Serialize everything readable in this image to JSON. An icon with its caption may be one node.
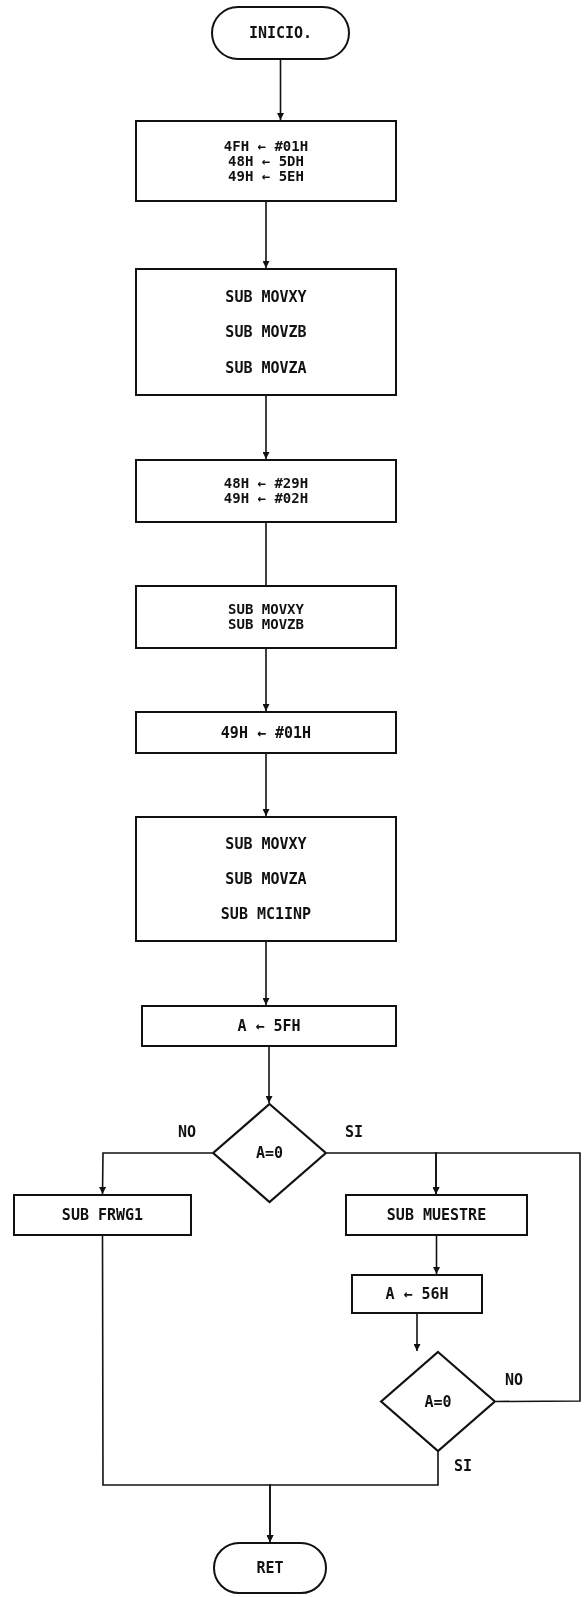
{
  "diagram": {
    "nodes": [
      {
        "text": [
          "INICIO."
        ]
      },
      {
        "text": [
          "4FH ← #01H",
          "48H ← 5DH",
          "49H ← 5EH"
        ]
      },
      {
        "text": [
          "SUB MOVXY",
          "SUB MOVZB",
          "SUB MOVZA"
        ]
      },
      {
        "text": [
          "48H ← #29H",
          "49H ← #02H"
        ]
      },
      {
        "text": [
          "SUB MOVXY",
          "SUB MOVZB"
        ]
      },
      {
        "text": [
          "49H ← #01H"
        ]
      },
      {
        "text": [
          "SUB MOVXY",
          "SUB MOVZA",
          "SUB MC1INP"
        ]
      },
      {
        "text": [
          "A ← 5FH"
        ]
      },
      {
        "text": [
          "A=0"
        ]
      },
      {
        "text": [
          "SUB FRWG1"
        ]
      },
      {
        "text": [
          "SUB MUESTRE"
        ]
      },
      {
        "text": [
          "A ← 56H"
        ]
      },
      {
        "text": [
          "A=0"
        ]
      },
      {
        "text": [
          "RET"
        ]
      }
    ],
    "edges": [
      {
        "from": 0,
        "to": 1,
        "arrow": "to"
      },
      {
        "from": 1,
        "to": 2,
        "arrow": "to"
      },
      {
        "from": 2,
        "to": 3,
        "arrow": "to"
      },
      {
        "from": 3,
        "to": 4,
        "arrow": "none"
      },
      {
        "from": 4,
        "to": 5,
        "arrow": "to"
      },
      {
        "from": 5,
        "to": 6,
        "arrow": "to"
      },
      {
        "from": 6,
        "to": 7,
        "arrow": "to"
      },
      {
        "from": 7,
        "to": 8,
        "arrow": "to"
      },
      {
        "from": 8,
        "to": 9,
        "arrow": "to",
        "label": "NO"
      },
      {
        "from": 8,
        "to": 10,
        "arrow": "to",
        "label": "SI"
      },
      {
        "from": 10,
        "to": 11,
        "arrow": "to"
      },
      {
        "from": 11,
        "to": 12,
        "arrow": "to"
      },
      {
        "from": 12,
        "to": 10,
        "arrow": "to",
        "label": "NO"
      },
      {
        "from": 9,
        "to": 13,
        "arrow": "to"
      },
      {
        "from": 12,
        "to": 13,
        "arrow": "to",
        "label": "SI"
      }
    ]
  }
}
